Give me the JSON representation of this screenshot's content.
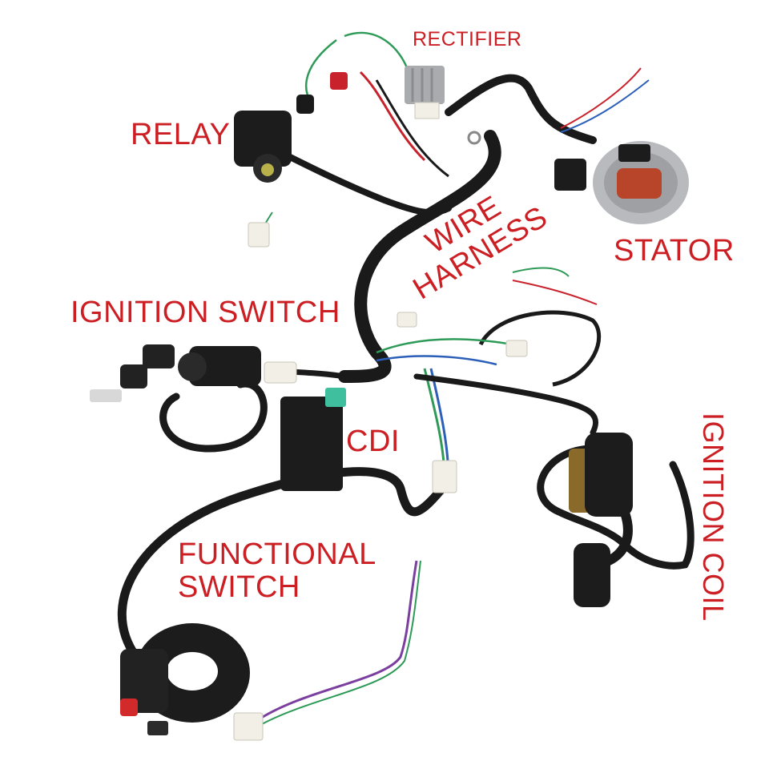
{
  "labels": {
    "rectifier": "RECTIFIER",
    "relay": "RELAY",
    "stator": "STATOR",
    "wire_harness_line1": "WIRE",
    "wire_harness_line2": "HARNESS",
    "ignition_switch": "IGNITION SWITCH",
    "cdi": "CDI",
    "functional_switch_line1": "FUNCTIONAL",
    "functional_switch_line2": "SWITCH",
    "ignition_coil": "IGNITION COIL"
  },
  "colors": {
    "label_red": "#cc1f24",
    "cable_black": "#1a1a1a",
    "wire_green": "#2e9a57",
    "wire_red": "#c8232c",
    "wire_blue": "#2b5fb8",
    "coil_copper": "#b8452a"
  }
}
